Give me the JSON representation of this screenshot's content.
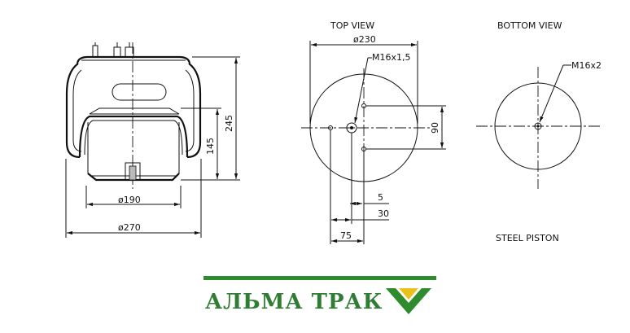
{
  "views": {
    "top_view": "TOP VIEW",
    "bottom_view": "BOTTOM VIEW",
    "piston_type": "STEEL PISTON"
  },
  "dimensions": {
    "dia_190": "ø190",
    "dia_270": "ø270",
    "height_145": "145",
    "height_245": "245",
    "dia_230": "ø230",
    "thread_top": "M16x1,5",
    "spacing_90": "90",
    "offset_5": "5",
    "offset_30": "30",
    "offset_75": "75",
    "thread_bottom": "M16x2"
  },
  "brand": {
    "name": "АЛЬМА ТРАК",
    "color": "#2e7d32",
    "mark_color": "#e8c21a"
  }
}
